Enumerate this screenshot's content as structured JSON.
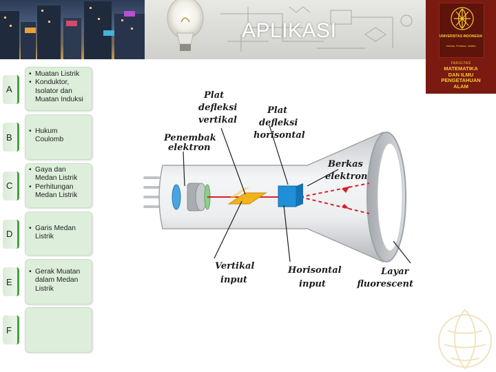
{
  "header": {
    "title": "APLIKASI"
  },
  "logo": {
    "university": "UNIVERSITAS INDONESIA",
    "motto": "Veritas, Probitas, Iustitia",
    "faculty_small": "FAKULTAS",
    "faculty_lines": [
      "MATEMATIKA",
      "DAN ILMU",
      "PENGETAHUAN",
      "ALAM"
    ]
  },
  "menu": [
    {
      "letter": "A",
      "items": [
        "Muatan Listrik",
        "Konduktor, Isolator dan Muatan Induksi"
      ]
    },
    {
      "letter": "B",
      "items": [
        "Hukum Coulomb"
      ]
    },
    {
      "letter": "C",
      "items": [
        "Gaya dan Medan Listrik",
        "Perhitungan Medan Listrik"
      ]
    },
    {
      "letter": "D",
      "items": [
        "Garis Medan Listrik"
      ]
    },
    {
      "letter": "E",
      "items": [
        "Gerak Muatan dalam Medan Listrik"
      ]
    },
    {
      "letter": "F",
      "items": []
    }
  ],
  "diagram": {
    "plat_vertikal": [
      "Plat",
      "defleksi",
      "vertikal"
    ],
    "plat_horisontal": [
      "Plat",
      "defleksi",
      "horisontal"
    ],
    "penembak": [
      "Penembak",
      "elektron"
    ],
    "berkas": [
      "Berkas",
      "elektron"
    ],
    "vertikal_input": [
      "Vertikal",
      "input"
    ],
    "horisontal_input": [
      "Horisontal",
      "input"
    ],
    "layar": [
      "Layar",
      "fluorescent"
    ]
  },
  "colors": {
    "logo_bg": "#7a1a10",
    "logo_text": "#f6cc3a",
    "card_bg": "#ddeedb",
    "tab_accent": "#4d9a45",
    "beam": "#d8202a"
  }
}
